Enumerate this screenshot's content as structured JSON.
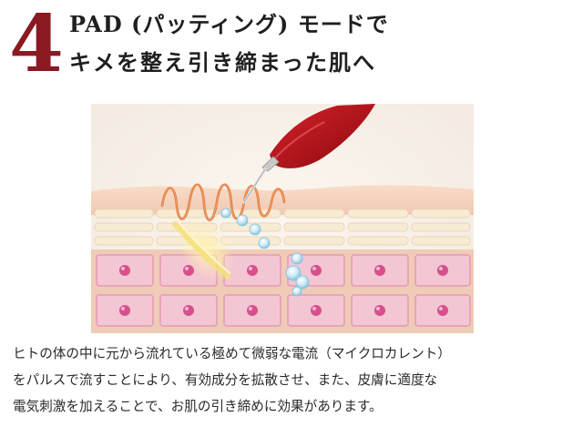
{
  "step": {
    "number": "4"
  },
  "heading": {
    "line1": "PAD (パッティング) モードで",
    "line2": "キメを整え引き締まった肌へ"
  },
  "illustration": {
    "icons": [
      "device-tip-icon",
      "current-wave-icon",
      "skin-cells-icon",
      "ingredient-bubble-icon"
    ],
    "colors": {
      "device": "#b3151c",
      "wave": "#e0753a",
      "skin_top": "#f6d5c2",
      "cell_fill": "#f3c6d3",
      "cell_nucleus": "#d94f8c",
      "bubble": "#bfe3f2",
      "stratum": "#f8ebd4"
    }
  },
  "description": {
    "line1": "ヒトの体の中に元から流れている極めて微弱な電流（マイクロカレント）",
    "line2": "をパルスで流すことにより、有効成分を拡散させ、また、皮膚に適度な",
    "line3": "電気刺激を加えることで、お肌の引き締めに効果があります。"
  }
}
